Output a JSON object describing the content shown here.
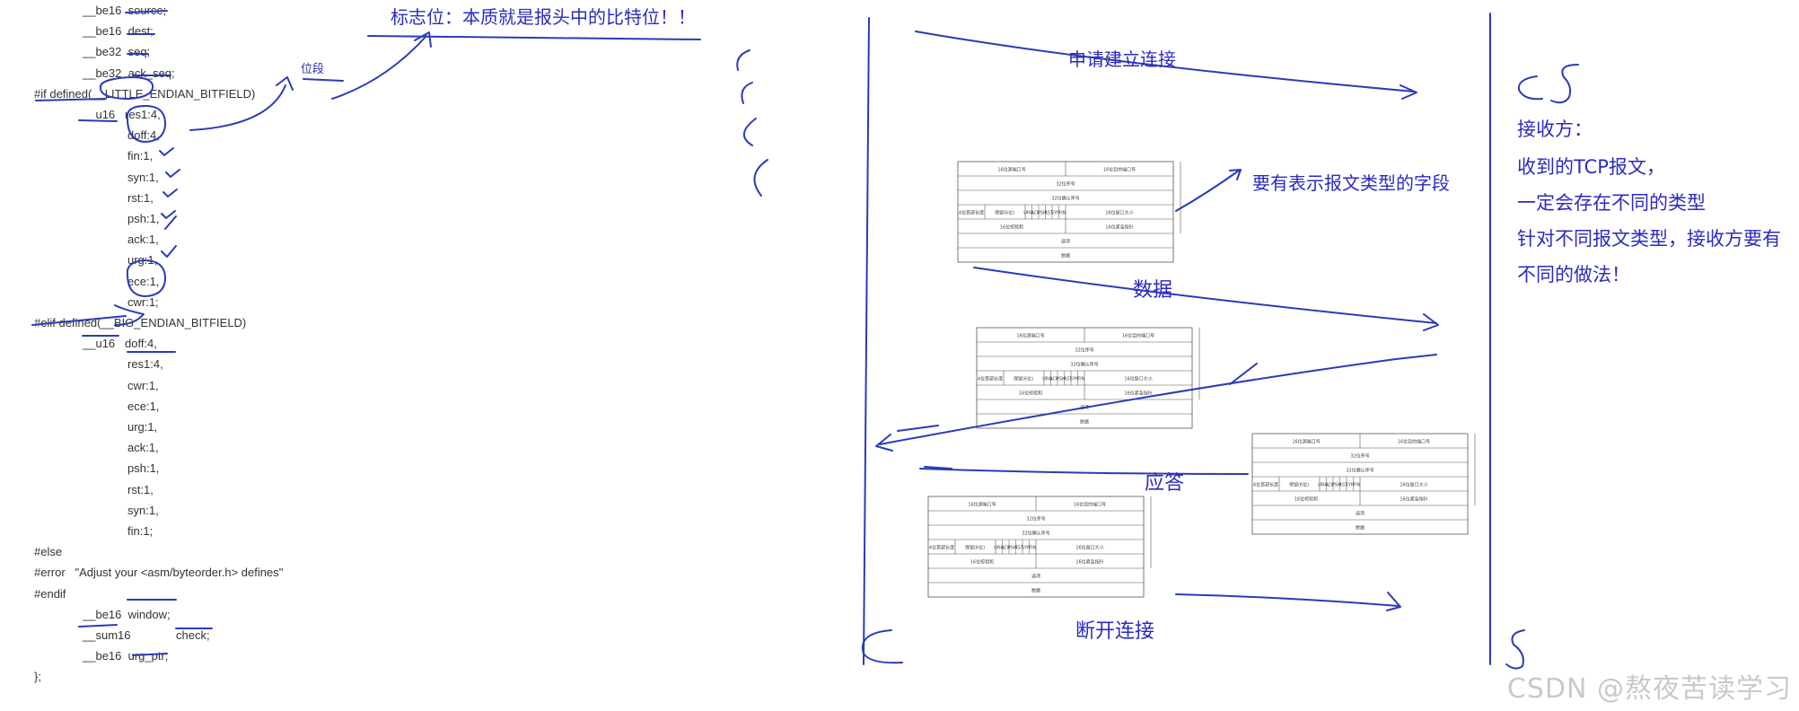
{
  "code_lines": [
    "__be16  source;",
    "__be16  dest;",
    "__be32  seq;",
    "__be32  ack_seq;",
    "#if defined(__LITTLE_ENDIAN_BITFIELD)",
    "__u16   res1:4,",
    "doff:4,",
    "fin:1,",
    "syn:1,",
    "rst:1,",
    "psh:1,",
    "ack:1,",
    "urg:1,",
    "ece:1,",
    "cwr:1;",
    "#elif defined(__BIG_ENDIAN_BITFIELD)",
    "__u16   doff:4,",
    "res1:4,",
    "cwr:1,",
    "ece:1,",
    "urg:1,",
    "ack:1,",
    "psh:1,",
    "rst:1,",
    "syn:1,",
    "fin:1;",
    "#else",
    "#error   \"Adjust your <asm/byteorder.h> defines\"",
    "#endif",
    "__be16  window;",
    "__sum16              check;",
    "__be16  urg_ptr;",
    "};"
  ],
  "annotations": {
    "bitfield_label": "位段",
    "flag_bits_note": "标志位：本质就是报头中的比特位！！",
    "request_connect": "申请建立连接",
    "type_field_note": "要有表示报文类型的字段",
    "data_label": "数据",
    "reply_label": "应答",
    "disconnect_label": "断开连接",
    "client_letter": "C",
    "server_letters": "CS",
    "server_letter": "S",
    "receiver_title": "接收方：",
    "receiver_line1": "收到的TCP报文，",
    "receiver_line2": "一定会存在不同的类型",
    "receiver_line3": "针对不同报文类型，接收方要有",
    "receiver_line4": "不同的做法！"
  },
  "packet_fields": {
    "src_port": "16位源端口号",
    "dst_port": "16位目的端口号",
    "seq": "32位序号",
    "ack": "32位确认序号",
    "hdr_len": "4位首部长度",
    "reserved": "保留(6位)",
    "flags": [
      "URG",
      "ACK",
      "PSH",
      "RST",
      "SYN",
      "FIN"
    ],
    "window": "16位窗口大小",
    "checksum": "16位校验和",
    "urgent": "16位紧急指针",
    "options": "选项",
    "data": "数据"
  },
  "watermark": "CSDN @熬夜苦读学习"
}
